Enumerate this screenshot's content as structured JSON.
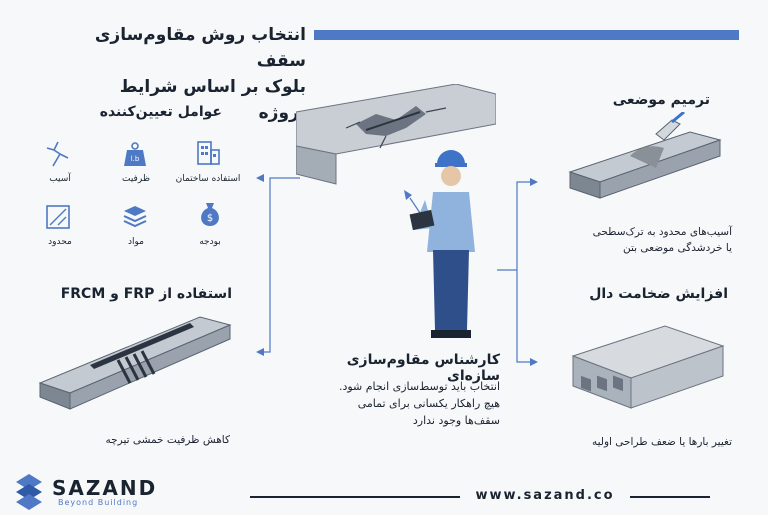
{
  "title": {
    "line1": "انتخاب روش مقاوم‌سازی سقف",
    "line2": "بلوک بر اساس شرایط پروژه"
  },
  "factors": {
    "heading": "عوامل تعیین‌کننده",
    "items": [
      {
        "label": "آسیب",
        "icon": "crack-icon"
      },
      {
        "label": "ظرفیت",
        "icon": "weight-icon"
      },
      {
        "label": "استفاده ساختمان",
        "icon": "building-icon"
      },
      {
        "label": "محدود",
        "icon": "limit-icon"
      },
      {
        "label": "مواد",
        "icon": "materials-icon"
      },
      {
        "label": "بودجه",
        "icon": "money-bag-icon"
      }
    ]
  },
  "methods": {
    "repair": {
      "heading": "ترمیم موضعی",
      "line1": "آسیب‌های محدود به ترک‌سطحی",
      "line2": "یا خردشدگی موضعی بتن"
    },
    "thickness": {
      "heading": "افزایش ضخامت دال",
      "line1": "تغییر بارها یا ضعف طراحی اولیه"
    },
    "frp": {
      "heading": "استفاده از FRP و FRCM",
      "line1": "کاهش ظرفیت خمشی تیرچه"
    }
  },
  "expert": {
    "heading": "کارشناس مقاوم‌سازی سازه‌ای",
    "line1": "انتخاب باید توسط‌سازی انجام شود.",
    "line2": "هیچ راهکار یکسانی برای تمامی",
    "line3": "سقف‌ها وجود ندارد"
  },
  "footer": {
    "brand": "SAZAND",
    "tagline": "Beyond Building",
    "url": "www.sazand.co"
  },
  "colors": {
    "accent": "#4f79c4",
    "dark": "#1a2330"
  }
}
